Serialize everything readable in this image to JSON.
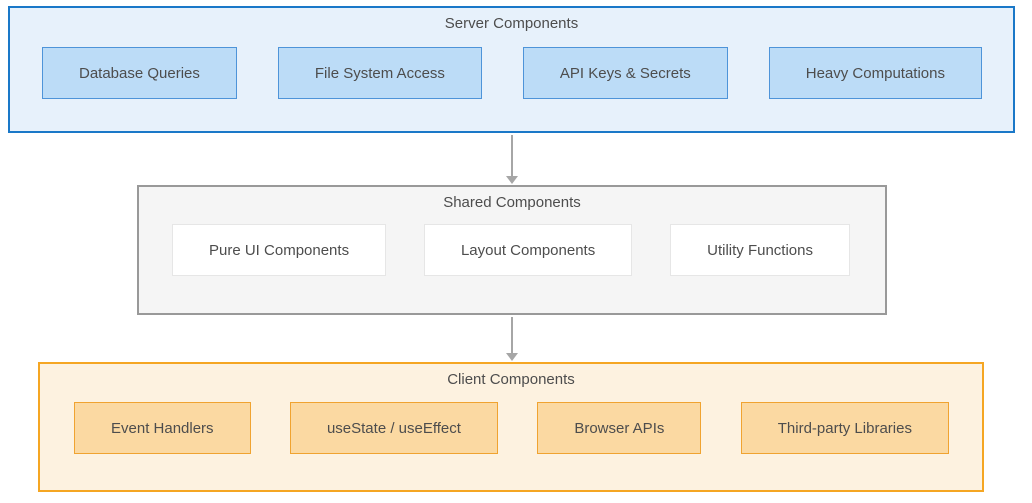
{
  "sections": [
    {
      "id": "server",
      "title": "Server Components",
      "items": [
        "Database Queries",
        "File System Access",
        "API Keys & Secrets",
        "Heavy Computations"
      ],
      "colors": {
        "fill": "#e7f1fb",
        "border": "#1a78c8",
        "item_fill": "#bcdcf7",
        "item_border": "#4e94d9"
      }
    },
    {
      "id": "shared",
      "title": "Shared Components",
      "items": [
        "Pure UI Components",
        "Layout Components",
        "Utility Functions"
      ],
      "colors": {
        "fill": "#f5f5f5",
        "border": "#999999",
        "item_fill": "#ffffff",
        "item_border": "#e6e6e6"
      }
    },
    {
      "id": "client",
      "title": "Client Components",
      "items": [
        "Event Handlers",
        "useState / useEffect",
        "Browser APIs",
        "Third-party Libraries"
      ],
      "colors": {
        "fill": "#fdf2e0",
        "border": "#f5a623",
        "item_fill": "#fbd9a2",
        "item_border": "#f0a330"
      }
    }
  ],
  "arrow_style": {
    "color": "#a6a6a6"
  },
  "text_color": "#4d4d4d"
}
